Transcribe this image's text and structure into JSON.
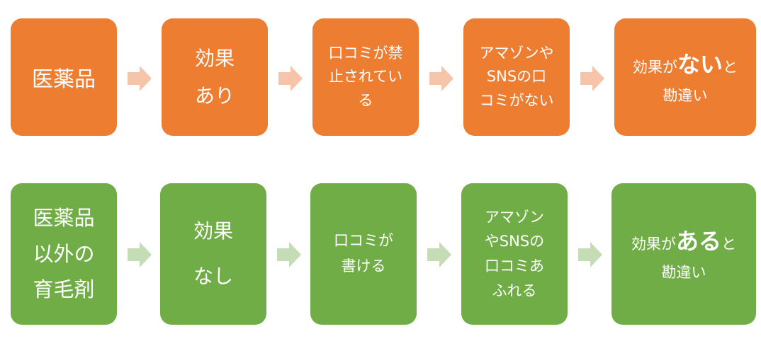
{
  "colors": {
    "orange": "#ED7D31",
    "green": "#70AD47",
    "orange_arrow": "#F6C5A9",
    "green_arrow": "#C5DDB5",
    "text": "#FFFFFF"
  },
  "row1": {
    "box1": "医薬品",
    "box2": "効果\nあり",
    "box3": "口コミが禁\n止されてい\nる",
    "box4": "アマゾンや\nSNSの口\nコミがない",
    "box5": {
      "prefix": "効果が",
      "emphasis": "ない",
      "suffix": "と",
      "line2": "勘違い"
    }
  },
  "row2": {
    "box1": "医薬品\n以外の\n育毛剤",
    "box2": "効果\nなし",
    "box3": "口コミが\n書ける",
    "box4": "アマゾン\nやSNSの\n口コミあ\nふれる",
    "box5": {
      "prefix": "効果が",
      "emphasis": "ある",
      "suffix": "と",
      "line2": "勘違い"
    }
  }
}
